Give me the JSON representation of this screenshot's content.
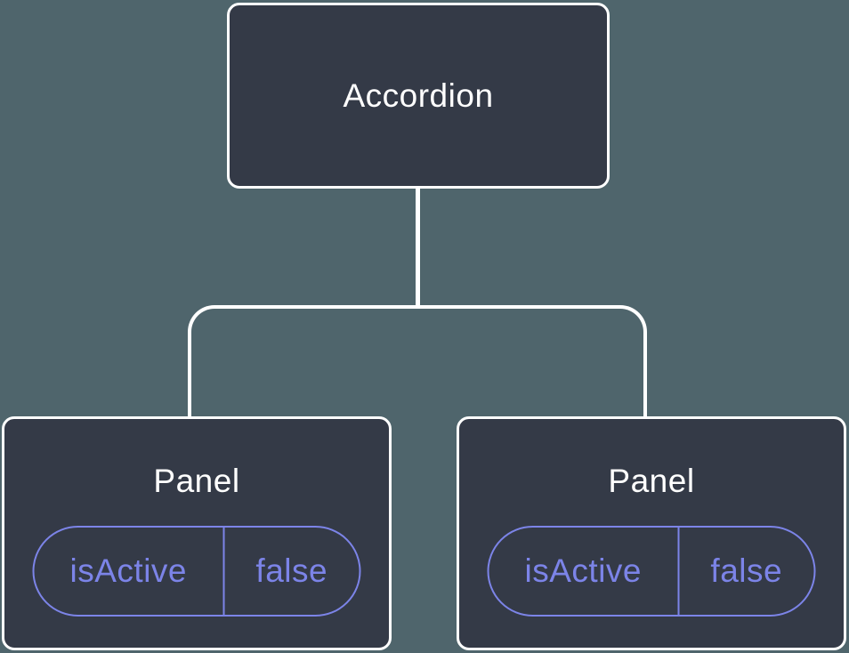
{
  "diagram": {
    "root": {
      "label": "Accordion"
    },
    "panels": [
      {
        "title": "Panel",
        "state": {
          "name": "isActive",
          "value": "false"
        }
      },
      {
        "title": "Panel",
        "state": {
          "name": "isActive",
          "value": "false"
        }
      }
    ],
    "colors": {
      "background": "#4F656C",
      "node_fill": "#343A47",
      "node_border": "#FFFFFF",
      "state_accent": "#7C84E8",
      "title_text": "#FFFFFF"
    }
  }
}
